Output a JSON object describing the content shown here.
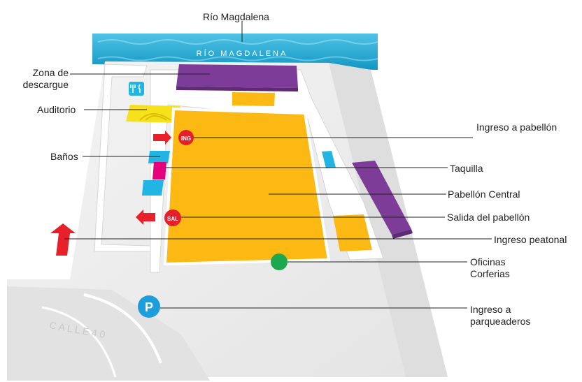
{
  "map": {
    "river_name": "RÍO MAGDALENA",
    "street_name": "C A L L E  4 0",
    "colors": {
      "river": "#1BA8D1",
      "hall": "#FDB913",
      "purple": "#7D3C98",
      "auditorium": "#F7E11B",
      "restroom": "#22B5E3",
      "ticket": "#E4007C",
      "arrow": "#E8202A",
      "badge_red": "#E3202B",
      "badge_green": "#1EA84E",
      "parking": "#1B9ED9",
      "ground": "#EDEDED",
      "wall": "#FFFFFF"
    }
  },
  "badges": {
    "entrance": "ING",
    "exit": "SAL",
    "parking": "P"
  },
  "labels": {
    "river": "Río Magdalena",
    "unload_line1": "Zona de",
    "unload_line2": "descargue",
    "auditorium": "Auditorio",
    "restrooms": "Baños",
    "entrance": "Ingreso a pabellón",
    "ticket": "Taquilla",
    "central": "Pabellón Central",
    "exit": "Salida del pabellón",
    "pedestrian": "Ingreso peatonal",
    "offices_line1": "Oficinas",
    "offices_line2": "Corferias",
    "parking_line1": "Ingreso a",
    "parking_line2": "parqueaderos"
  }
}
